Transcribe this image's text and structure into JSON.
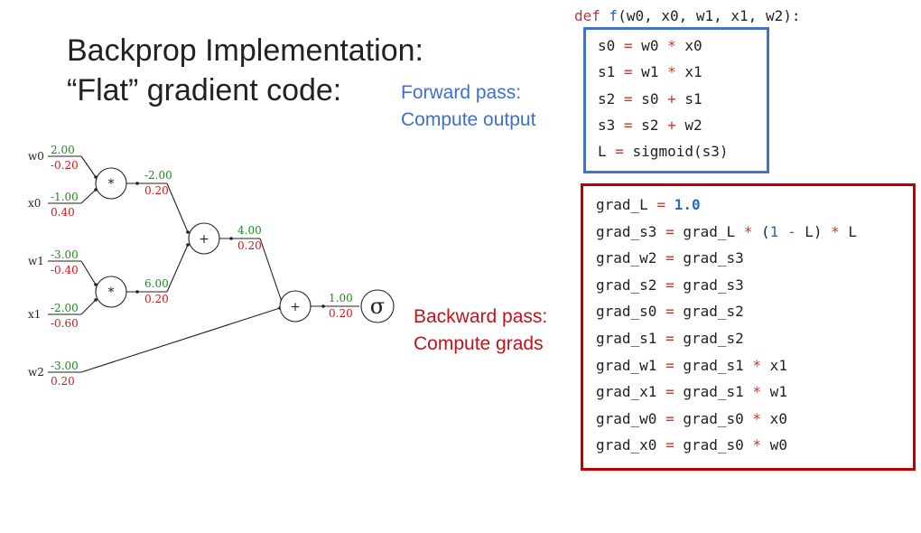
{
  "title": {
    "line1": "Backprop Implementation:",
    "line2": "“Flat” gradient code:"
  },
  "forward_label": {
    "line1": "Forward pass:",
    "line2": "Compute output"
  },
  "backward_label": {
    "line1": "Backward pass:",
    "line2": "Compute grads"
  },
  "code": {
    "header": {
      "kw": "def",
      "fn": "f",
      "args": "(w0, x0, w1, x1, w2):"
    },
    "forward": [
      [
        "s0 ",
        "=",
        " w0 ",
        "*",
        " x0"
      ],
      [
        "s1 ",
        "=",
        " w1 ",
        "*",
        " x1"
      ],
      [
        "s2 ",
        "=",
        " s0 ",
        "+",
        " s1"
      ],
      [
        "s3 ",
        "=",
        " s2 ",
        "+",
        " w2"
      ],
      [
        "L ",
        "=",
        " sigmoid(s3)",
        "",
        ""
      ]
    ],
    "backward": [
      [
        "grad_L ",
        "=",
        " ",
        "1.0",
        ""
      ],
      [
        "grad_s3 ",
        "=",
        " grad_L ",
        "*",
        " (1 ",
        "-",
        " L) ",
        "*",
        " L"
      ],
      [
        "grad_w2 ",
        "=",
        " grad_s3"
      ],
      [
        "grad_s2 ",
        "=",
        " grad_s3"
      ],
      [
        "grad_s0 ",
        "=",
        " grad_s2"
      ],
      [
        "grad_s1 ",
        "=",
        " grad_s2"
      ],
      [
        "grad_w1 ",
        "=",
        " grad_s1 ",
        "*",
        " x1"
      ],
      [
        "grad_x1 ",
        "=",
        " grad_s1 ",
        "*",
        " w1"
      ],
      [
        "grad_w0 ",
        "=",
        " grad_s0 ",
        "*",
        " x0"
      ],
      [
        "grad_x0 ",
        "=",
        " grad_s0 ",
        "*",
        " w0"
      ]
    ]
  },
  "graph": {
    "inputs": [
      {
        "name": "w0",
        "value": "2.00",
        "grad": "-0.20"
      },
      {
        "name": "x0",
        "value": "-1.00",
        "grad": "0.40"
      },
      {
        "name": "w1",
        "value": "-3.00",
        "grad": "-0.40"
      },
      {
        "name": "x1",
        "value": "-2.00",
        "grad": "-0.60"
      },
      {
        "name": "w2",
        "value": "-3.00",
        "grad": "0.20"
      }
    ],
    "nodes": [
      {
        "op": "*",
        "out_value": "-2.00",
        "out_grad": "0.20"
      },
      {
        "op": "*",
        "out_value": "6.00",
        "out_grad": "0.20"
      },
      {
        "op": "+",
        "out_value": "4.00",
        "out_grad": "0.20"
      },
      {
        "op": "+",
        "out_value": "1.00",
        "out_grad": "0.20"
      },
      {
        "op": "σ",
        "out_value": "",
        "out_grad": ""
      }
    ],
    "colors": {
      "value": "#1a8a1a",
      "grad": "#d01818",
      "line": "#222222"
    }
  }
}
